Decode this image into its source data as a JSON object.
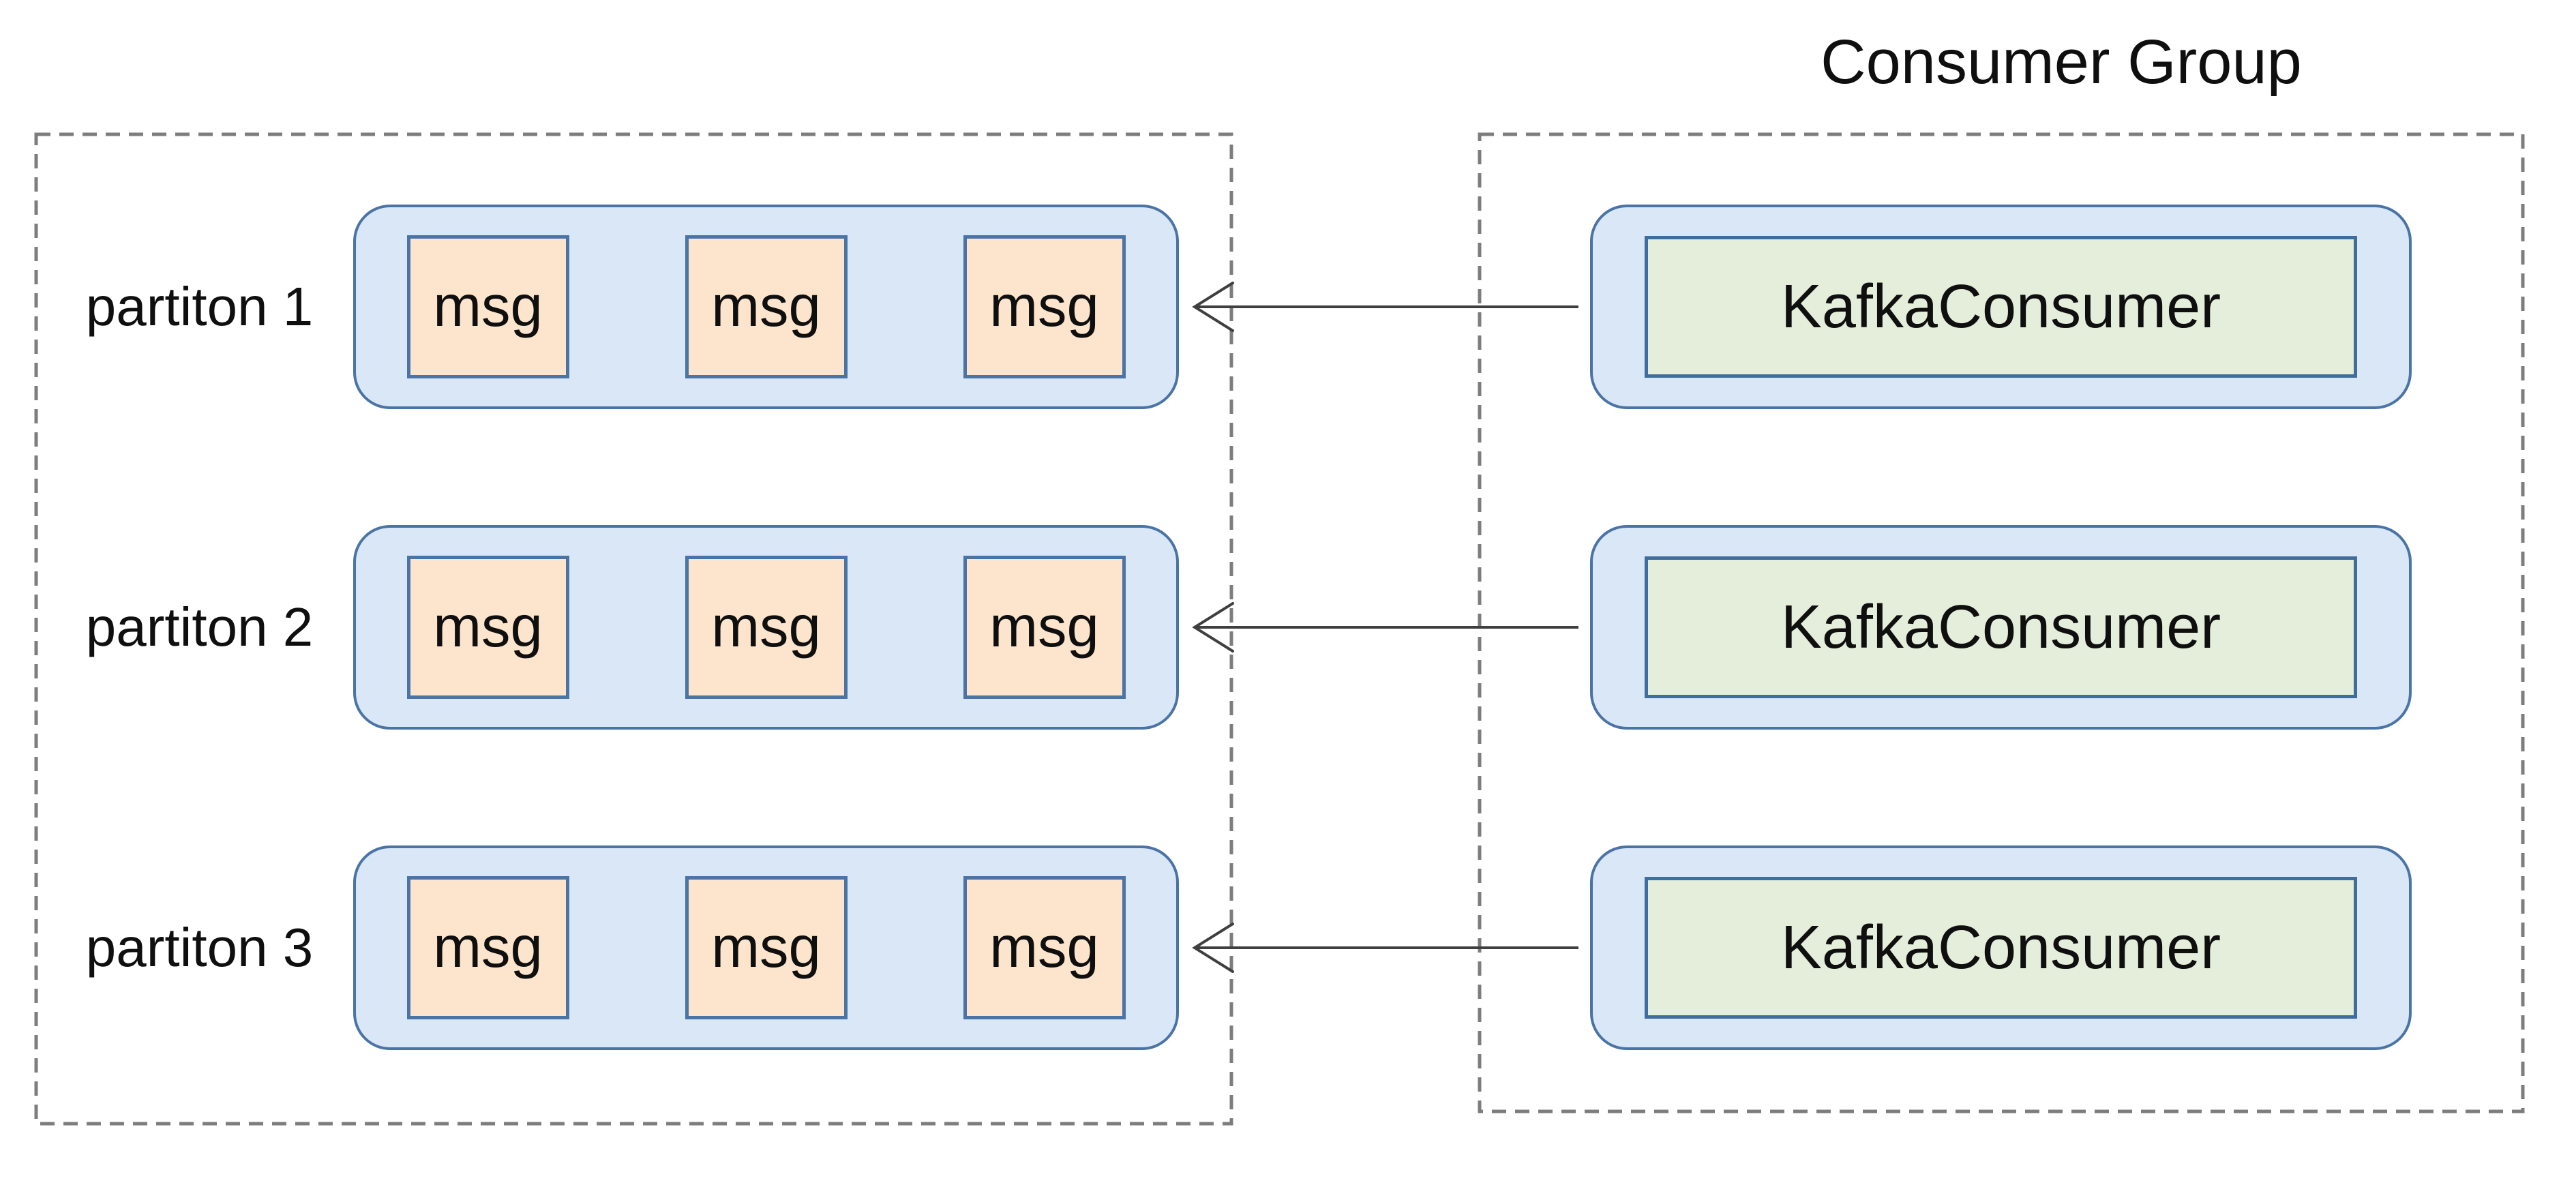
{
  "consumer_group": {
    "title": "Consumer Group",
    "consumers": [
      {
        "label": "KafkaConsumer"
      },
      {
        "label": "KafkaConsumer"
      },
      {
        "label": "KafkaConsumer"
      }
    ]
  },
  "topic": {
    "partitions": [
      {
        "label": "partiton 1",
        "messages": [
          "msg",
          "msg",
          "msg"
        ]
      },
      {
        "label": "partiton 2",
        "messages": [
          "msg",
          "msg",
          "msg"
        ]
      },
      {
        "label": "partiton 3",
        "messages": [
          "msg",
          "msg",
          "msg"
        ]
      }
    ]
  },
  "icons": {
    "arrow": "left-arrow-icon"
  },
  "colors": {
    "background": "#ffffff",
    "partition_fill": "#d9e7f7",
    "consumer_outer_fill": "#d9e7f7",
    "consumer_inner_fill": "#e4eeda",
    "message_fill": "#fce5cc",
    "box_border": "#4a74a6",
    "consumer_inner_border": "#3f6e9e",
    "dashed_border": "#7d7d7d",
    "arrow": "#3f3f3f",
    "text": "#0f0f0f"
  }
}
